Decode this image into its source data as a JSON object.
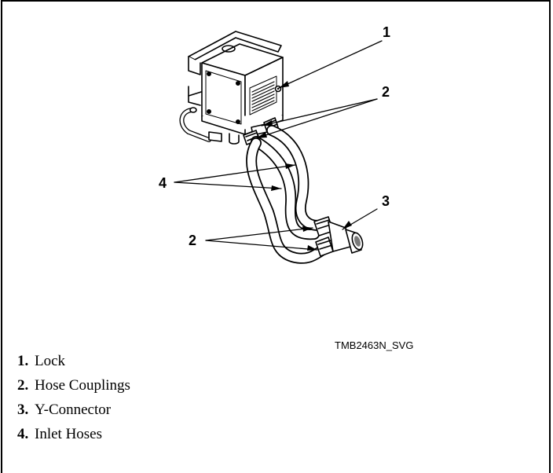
{
  "figure": {
    "id_label": "TMB2463N_SVG",
    "callouts": [
      "1",
      "2",
      "3",
      "4",
      "2"
    ]
  },
  "legend": {
    "items": [
      {
        "number": "1.",
        "label": "Lock"
      },
      {
        "number": "2.",
        "label": "Hose Couplings"
      },
      {
        "number": "3.",
        "label": "Y-Connector"
      },
      {
        "number": "4.",
        "label": "Inlet Hoses"
      }
    ]
  },
  "colors": {
    "ink": "#000000",
    "paper": "#ffffff",
    "shade": "#7a7a7a"
  }
}
